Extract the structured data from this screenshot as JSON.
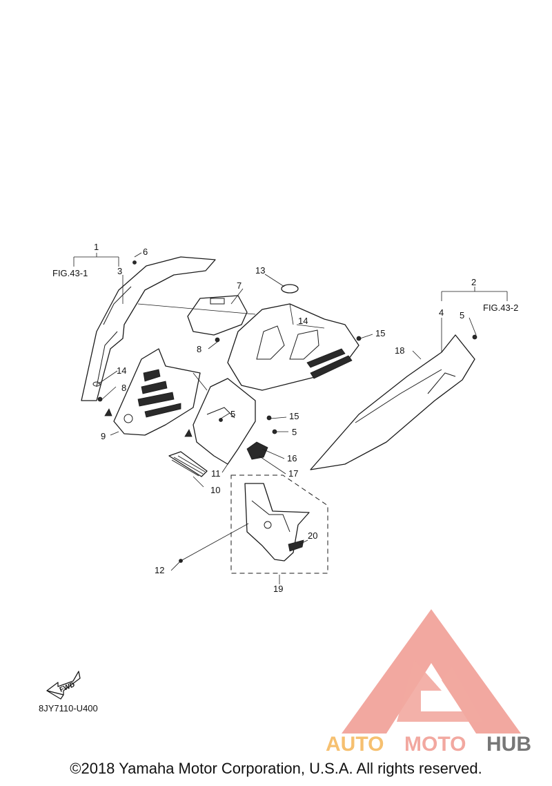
{
  "callouts": [
    {
      "id": "1",
      "text": "1"
    },
    {
      "id": "2",
      "text": "2"
    },
    {
      "id": "3",
      "text": "3"
    },
    {
      "id": "4",
      "text": "4"
    },
    {
      "id": "5a",
      "text": "5"
    },
    {
      "id": "5b",
      "text": "5"
    },
    {
      "id": "5c",
      "text": "5"
    },
    {
      "id": "6",
      "text": "6"
    },
    {
      "id": "7",
      "text": "7"
    },
    {
      "id": "8a",
      "text": "8"
    },
    {
      "id": "8b",
      "text": "8"
    },
    {
      "id": "9",
      "text": "9"
    },
    {
      "id": "10",
      "text": "10"
    },
    {
      "id": "11",
      "text": "11"
    },
    {
      "id": "12",
      "text": "12"
    },
    {
      "id": "13",
      "text": "13"
    },
    {
      "id": "14a",
      "text": "14"
    },
    {
      "id": "14b",
      "text": "14"
    },
    {
      "id": "15a",
      "text": "15"
    },
    {
      "id": "15b",
      "text": "15"
    },
    {
      "id": "16",
      "text": "16"
    },
    {
      "id": "17",
      "text": "17"
    },
    {
      "id": "18",
      "text": "18"
    },
    {
      "id": "19",
      "text": "19"
    },
    {
      "id": "20",
      "text": "20"
    }
  ],
  "figure_refs": {
    "left": "FIG.43-1",
    "right": "FIG.43-2"
  },
  "fwd_label": "FWD",
  "diagram_code": "8JY7110-U400",
  "watermark": {
    "brand_part1": "AUTO",
    "brand_part2": "MOTO",
    "brand_part3": "HUB",
    "colors": {
      "triangle": "#f2a8a0",
      "auto": "#f6c070",
      "moto": "#f2a8a0",
      "hub": "#777777"
    }
  },
  "copyright": "©2018 Yamaha Motor Corporation, U.S.A. All rights reserved."
}
